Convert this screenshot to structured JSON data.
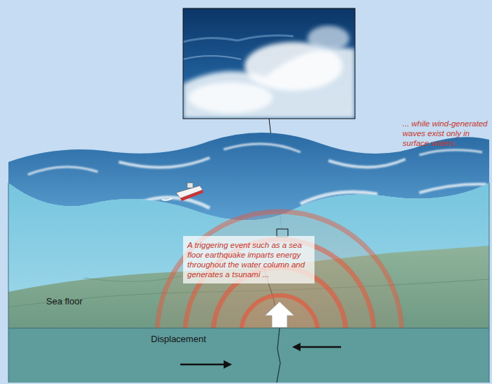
{
  "diagram": {
    "nodes": [
      {
        "text": [
          "A triggering event such as a sea floor earthquake imparts energy throughout the water column and generates a tsunami ..."
        ]
      }
    ],
    "labels": [
      "... while wind-generated waves exist only in surface waters.",
      "Sea floor",
      "Displacement"
    ]
  }
}
